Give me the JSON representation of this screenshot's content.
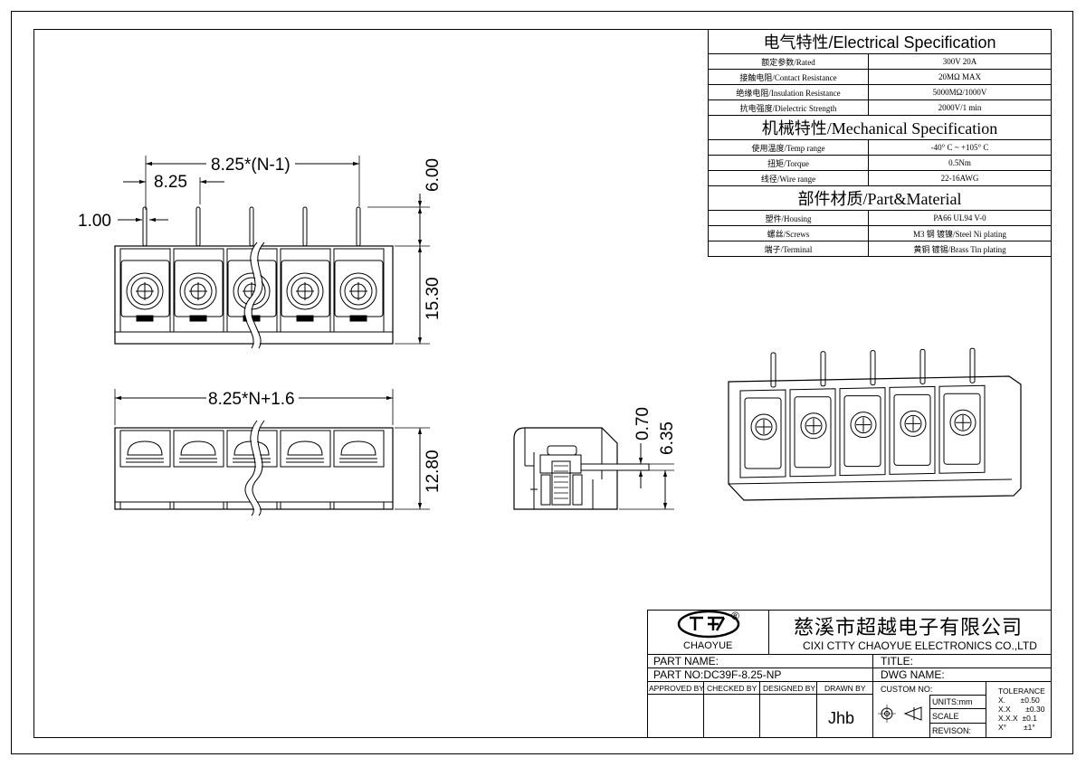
{
  "dimensions": {
    "top_span": "8.25*(N-1)",
    "pitch": "8.25",
    "pin_dia": "1.00",
    "pin_height": "6.00",
    "body_height": "15.30",
    "total_width": "8.25*N+1.6",
    "bottom_height": "12.80",
    "pin_thick": "0.70",
    "pin_offset": "6.35"
  },
  "spec": {
    "electrical_title": "电气特性/Electrical Specification",
    "electrical_rows": [
      {
        "label": "额定参数/Rated",
        "value": "300V  20A"
      },
      {
        "label": "接触电阻/Contact Resistance",
        "value": "20MΩ MAX"
      },
      {
        "label": "绝缘电阻/Insulation Resistance",
        "value": "5000MΩ/1000V"
      },
      {
        "label": "抗电强度/Dielectric Strength",
        "value": "2000V/1 min"
      }
    ],
    "mechanical_title": "机械特性/Mechanical Specification",
    "mechanical_rows": [
      {
        "label": "使用温度/Temp range",
        "value": "-40° C ~ +105° C"
      },
      {
        "label": "扭矩/Torque",
        "value": "0.5Nm"
      },
      {
        "label": "线径/Wire range",
        "value": "22-16AWG"
      }
    ],
    "material_title": "部件材质/Part&Material",
    "material_rows": [
      {
        "label": "塑件/Housing",
        "value": "PA66 UL94 V-0"
      },
      {
        "label": "螺丝/Screws",
        "value": "M3 钢 镀镍/Steel Ni plating"
      },
      {
        "label": "端子/Terminal",
        "value": "黄铜 镀锡/Brass Tin  plating"
      }
    ]
  },
  "titleblock": {
    "logo_text": "CHAOYUE",
    "registered": "®",
    "company_cn": "慈溪市超越电子有限公司",
    "company_en": "CIXI CTTY CHAOYUE ELECTRONICS CO.,LTD",
    "part_name": "PART NAME:",
    "title": "TITLE:",
    "part_no": "PART NO:DC39F-8.25-NP",
    "dwg_name": "DWG NAME:",
    "approved_by": "APPROVED BY",
    "checked_by": "CHECKED BY",
    "designed_by": "DESIGNED BY",
    "drawn_by": "DRAWN BY",
    "drawer": "Jhb",
    "custom_no": "CUSTOM NO:",
    "units": "UNITS:mm",
    "scale": "SCALE",
    "revision": "REVISON:",
    "tolerance_title": "TOLERANCE",
    "tolerances": [
      "X.       ±0.50",
      "X.X       ±0.30",
      "X.X.X  ±0.1",
      "X°        ±1°"
    ]
  }
}
